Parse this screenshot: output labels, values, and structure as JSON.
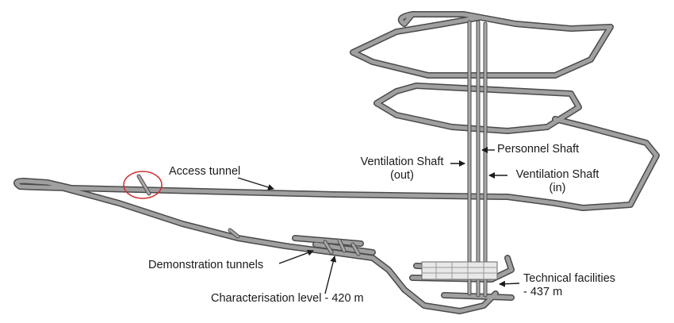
{
  "labels": {
    "access_tunnel": "Access tunnel",
    "ventilation_shaft_out_line1": "Ventilation Shaft",
    "ventilation_shaft_out_line2": "(out)",
    "personnel_shaft": "Personnel Shaft",
    "ventilation_shaft_in_line1": "Ventilation Shaft",
    "ventilation_shaft_in_line2": "(in)",
    "demonstration_tunnels": "Demonstration tunnels",
    "characterisation_level": "Characterisation level - 420 m",
    "technical_facilities_line1": "Technical facilities",
    "technical_facilities_line2": "- 437 m"
  },
  "colors": {
    "tunnel_fill": "#9a9a9a",
    "tunnel_edge": "#4a4a4a",
    "highlight_circle": "#d03030",
    "text": "#1a1a1a"
  }
}
